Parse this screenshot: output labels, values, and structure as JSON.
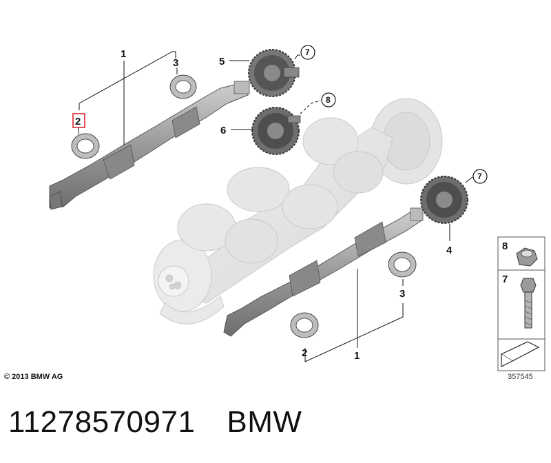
{
  "copyright": "© 2013 BMW AG",
  "diagram_id": "357545",
  "footer": {
    "part_number": "11278570971",
    "brand": "BMW"
  },
  "callouts": {
    "c1_top": "1",
    "c2_left": "2",
    "c3_top": "3",
    "c5": "5",
    "c6": "6",
    "c4": "4",
    "c7_top": "7",
    "c8_top": "8",
    "c7_right": "7",
    "c3_bottom": "3",
    "c2_bottom": "2",
    "c1_bottom": "1"
  },
  "legend": {
    "item_8": "8",
    "item_7": "7"
  },
  "highlight_color": "#e0262e"
}
